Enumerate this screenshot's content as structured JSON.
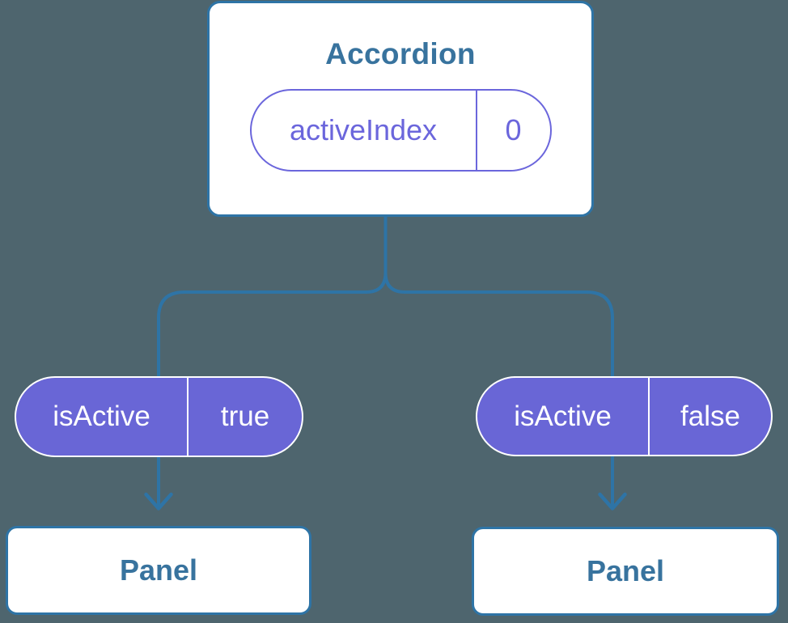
{
  "colors": {
    "background": "#4e656e",
    "line": "#2e74a6",
    "heading_text": "#38739e",
    "purple": "#6966d6",
    "purple_accent": "#6b66dc",
    "card_bg": "#ffffff",
    "pill_text": "#ffffff"
  },
  "accordion": {
    "title": "Accordion",
    "state": {
      "name": "activeIndex",
      "value": "0"
    }
  },
  "props": [
    {
      "name": "isActive",
      "value": "true"
    },
    {
      "name": "isActive",
      "value": "false"
    }
  ],
  "panels": [
    {
      "label": "Panel"
    },
    {
      "label": "Panel"
    }
  ]
}
